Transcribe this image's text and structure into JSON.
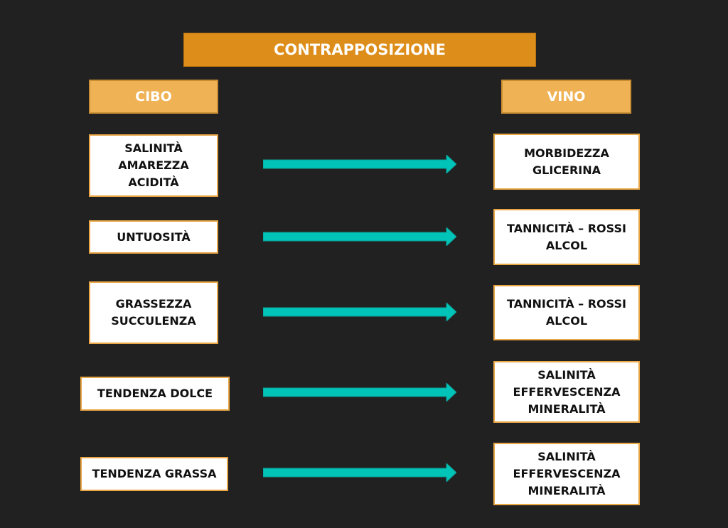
{
  "title": "CONTRAPPOSIZIONE",
  "left_header": "CIBO",
  "right_header": "VINO",
  "colors": {
    "title": "#dd8d19",
    "header": "#efb255",
    "arrow": "#00c4b8",
    "background": "#212121"
  },
  "rows": [
    {
      "cibo": "SALINITÀ\nAMAREZZA\nACIDITÀ",
      "vino": "MORBIDEZZA\nGLICERINA"
    },
    {
      "cibo": "UNTUOSITÀ",
      "vino": "TANNICITÀ – ROSSI\nALCOL"
    },
    {
      "cibo": "GRASSEZZA\nSUCCULENZA",
      "vino": "TANNICITÀ – ROSSI\nALCOL"
    },
    {
      "cibo": "TENDENZA DOLCE",
      "vino": "SALINITÀ\nEFFERVESCENZA\nMINERALITÀ"
    },
    {
      "cibo": "TENDENZA GRASSA",
      "vino": "SALINITÀ\nEFFERVESCENZA\nMINERALITÀ"
    }
  ]
}
